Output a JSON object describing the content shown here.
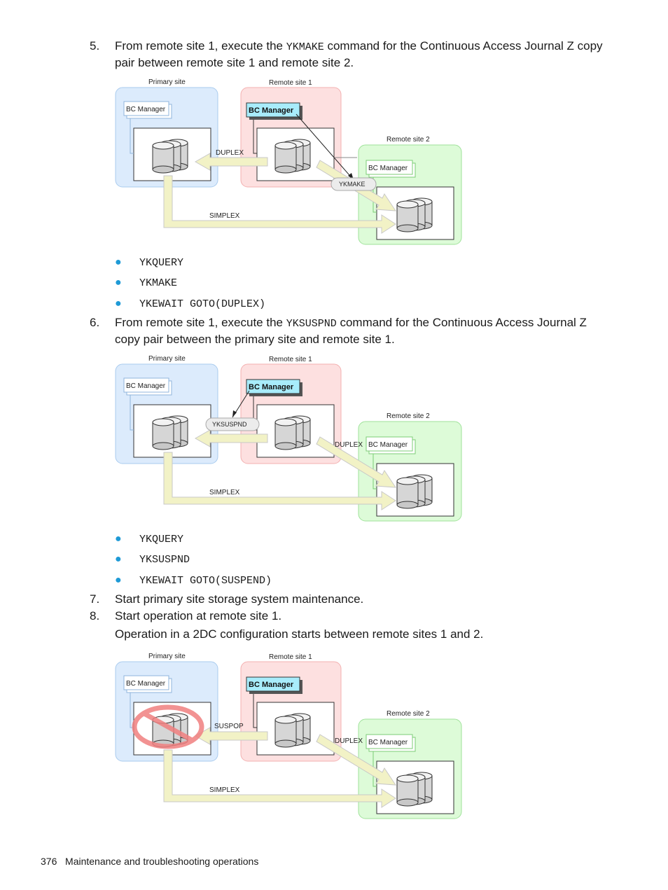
{
  "steps": [
    {
      "num": "5.",
      "pre": "From remote site 1, execute the ",
      "cmd": "YKMAKE",
      "post": " command for the Continuous Access Journal Z copy",
      "line2": "pair between remote site 1 and remote site 2."
    },
    {
      "num": "6.",
      "pre": "From remote site 1, execute the ",
      "cmd": "YKSUSPND",
      "post": " command for the Continuous Access Journal Z",
      "line2": "copy pair between the primary site and remote site 1."
    },
    {
      "num": "7.",
      "text": "Start primary site storage system maintenance."
    },
    {
      "num": "8.",
      "text": "Start operation at remote site 1."
    }
  ],
  "bullets_5": [
    "YKQUERY",
    "YKMAKE",
    "YKEWAIT GOTO(DUPLEX)"
  ],
  "bullets_6": [
    "YKQUERY",
    "YKSUSPND",
    "YKEWAIT GOTO(SUSPEND)"
  ],
  "step8_note": "Operation in a 2DC configuration starts between remote sites 1 and 2.",
  "diagram_labels": {
    "primary_site": "Primary site",
    "remote_site_1": "Remote site 1",
    "remote_site_2": "Remote site 2",
    "bc_manager": "BC Manager",
    "duplex": "DUPLEX",
    "simplex": "SIMPLEX",
    "suspop": "SUSPOP"
  },
  "diagram1": {
    "callout": "YKMAKE"
  },
  "diagram2": {
    "callout": "YKSUSPND"
  },
  "footer": {
    "page": "376",
    "title": "Maintenance and troubleshooting operations"
  },
  "colors": {
    "primary_fill": "#dcebfc",
    "primary_stroke": "#a9cbee",
    "remote1_fill": "#fde0e0",
    "remote1_stroke": "#f3b0b0",
    "remote2_fill": "#ddfbd8",
    "remote2_stroke": "#9fe29a",
    "arrow_fill": "#f2f2c6",
    "arrow_stroke": "#c8c88e",
    "bc_active": "#a8ecfb",
    "bullet": "#1e9ad6",
    "prohibit": "#f08080"
  }
}
